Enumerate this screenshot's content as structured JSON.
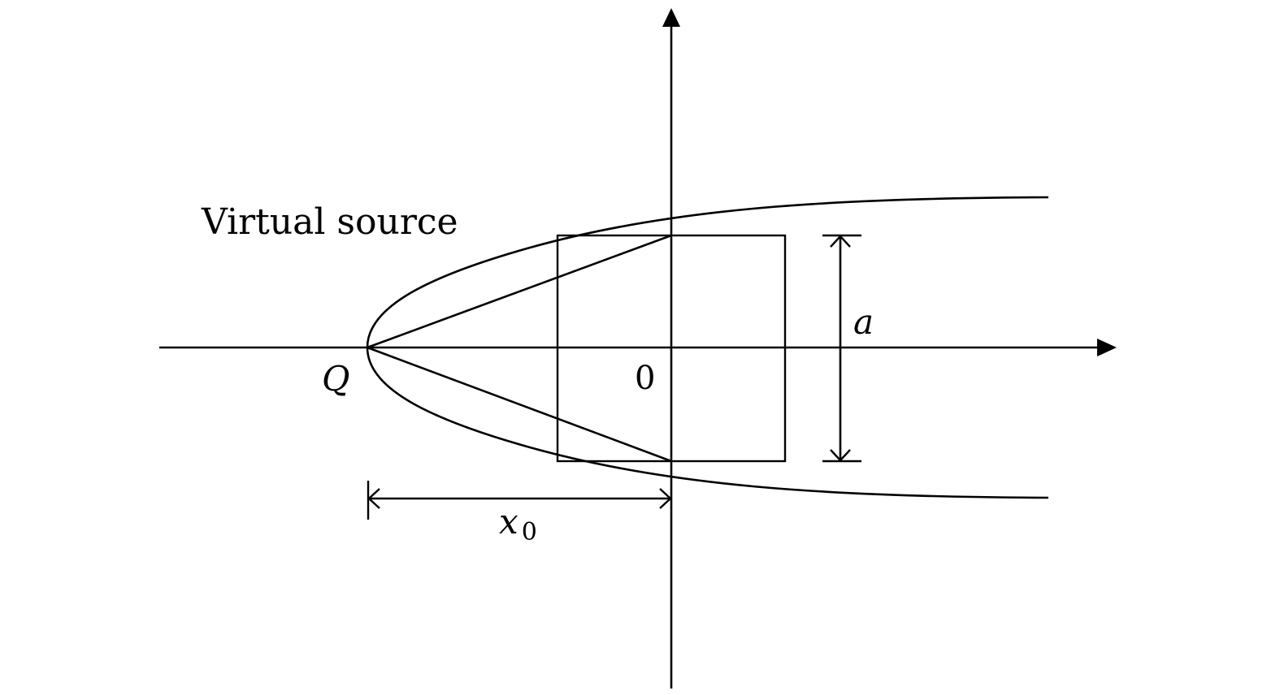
{
  "labels": {
    "virtual_source": "Virtual source",
    "source_point": "Q",
    "origin": "0",
    "width": "a",
    "distance_var": "x",
    "distance_sub": "0"
  },
  "colors": {
    "ink": "#000000",
    "background": "#ffffff"
  }
}
